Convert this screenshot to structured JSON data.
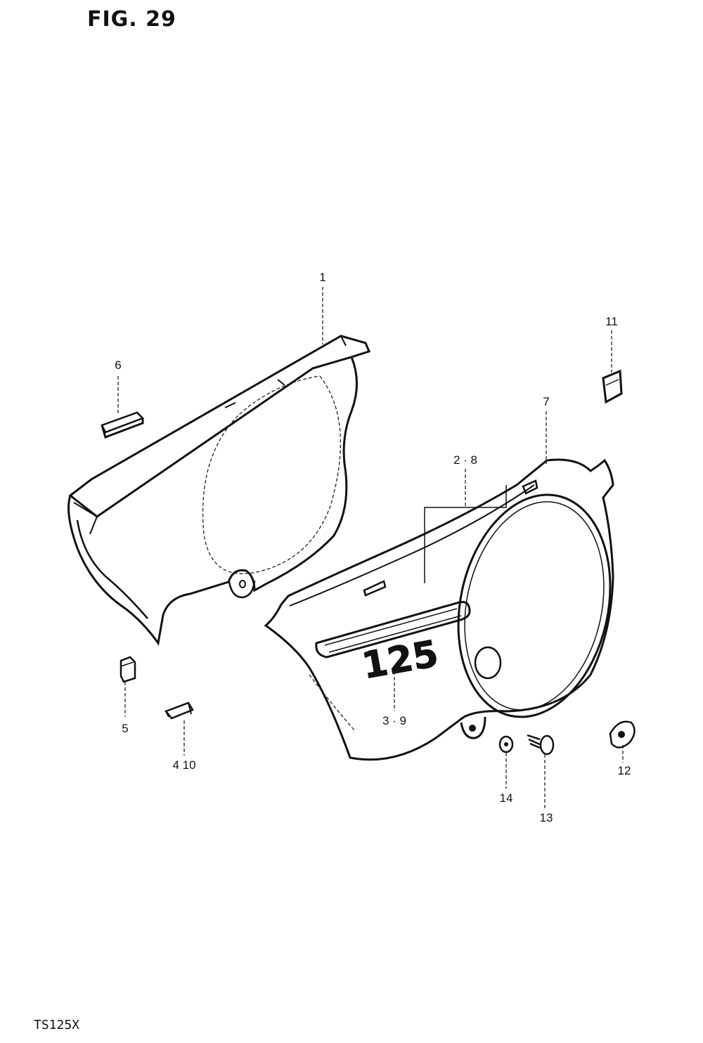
{
  "figure": {
    "title": "FIG. 29",
    "model_code": "TS125X"
  },
  "callouts": {
    "c1": "1",
    "c2_8": "2 · 8",
    "c3_9": "3 · 9",
    "c5": "5",
    "c6": "6",
    "c7": "7",
    "c4_10": "4 10",
    "c11": "11",
    "c12": "12",
    "c13": "13",
    "c14": "14"
  },
  "decal_text": "125",
  "colors": {
    "ink": "#111111",
    "paper": "#ffffff"
  }
}
